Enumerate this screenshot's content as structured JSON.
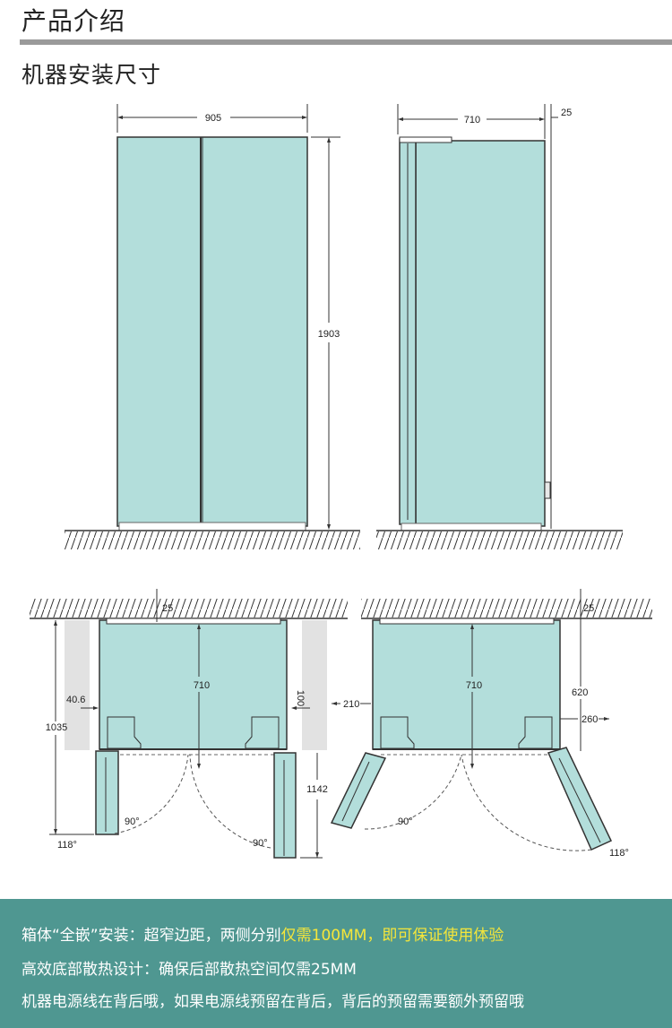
{
  "header": {
    "title": "产品介绍"
  },
  "section": {
    "title": "机器安装尺寸"
  },
  "dimensions": {
    "front_width": "905",
    "height": "1903",
    "side_depth": "710",
    "side_gap": "25",
    "top_gap_left": "25",
    "top_gap_right": "25",
    "plan_depth_left": "710",
    "plan_depth_right": "710",
    "side_clearance_left": "40.6",
    "side_clearance_right": "100",
    "door_depth_left": "1035",
    "door_depth_right": "1142",
    "right_offset": "210",
    "right_cabinet": "620",
    "right_door": "260",
    "angle_90_a": "90°",
    "angle_118_a": "118°",
    "angle_90_b": "90°",
    "angle_90_c": "90°",
    "angle_118_b": "118°"
  },
  "colors": {
    "fridge_fill": "#b3dedb",
    "footer_bg": "#4f9791",
    "highlight": "#f5e63a"
  },
  "footer": {
    "line1_pre": "箱体“全嵌”安装：超窄边距，两侧分别",
    "line1_hl": "仅需100MM，即可保证使用体验",
    "line2": "高效底部散热设计：确保后部散热空间仅需25MM",
    "line3": "机器电源线在背后哦，如果电源线预留在背后，背后的预留需要额外预留哦"
  }
}
